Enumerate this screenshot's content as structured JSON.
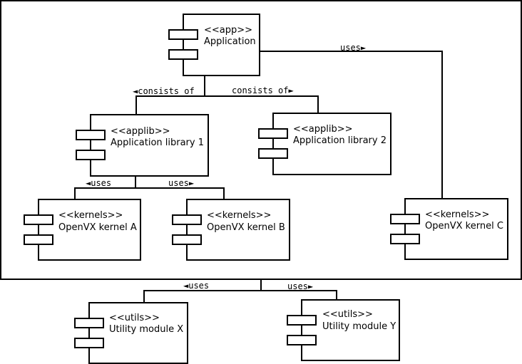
{
  "components": {
    "app": {
      "stereotype": "<<app>>",
      "name": "Application"
    },
    "lib1": {
      "stereotype": "<<applib>>",
      "name": "Application library 1"
    },
    "lib2": {
      "stereotype": "<<applib>>",
      "name": "Application library 2"
    },
    "kA": {
      "stereotype": "<<kernels>>",
      "name": "OpenVX kernel A"
    },
    "kB": {
      "stereotype": "<<kernels>>",
      "name": "OpenVX kernel B"
    },
    "kC": {
      "stereotype": "<<kernels>>",
      "name": "OpenVX kernel C"
    },
    "uX": {
      "stereotype": "<<utils>>",
      "name": "Utility module X"
    },
    "uY": {
      "stereotype": "<<utils>>",
      "name": "Utility module Y"
    }
  },
  "edges": {
    "consists_left": "◄consists of",
    "consists_right": "consists of►",
    "app_uses": "uses►",
    "lib_uses_left": "◄uses",
    "lib_uses_right": "uses►",
    "utils_left": "◄uses",
    "utils_right": "uses►"
  }
}
